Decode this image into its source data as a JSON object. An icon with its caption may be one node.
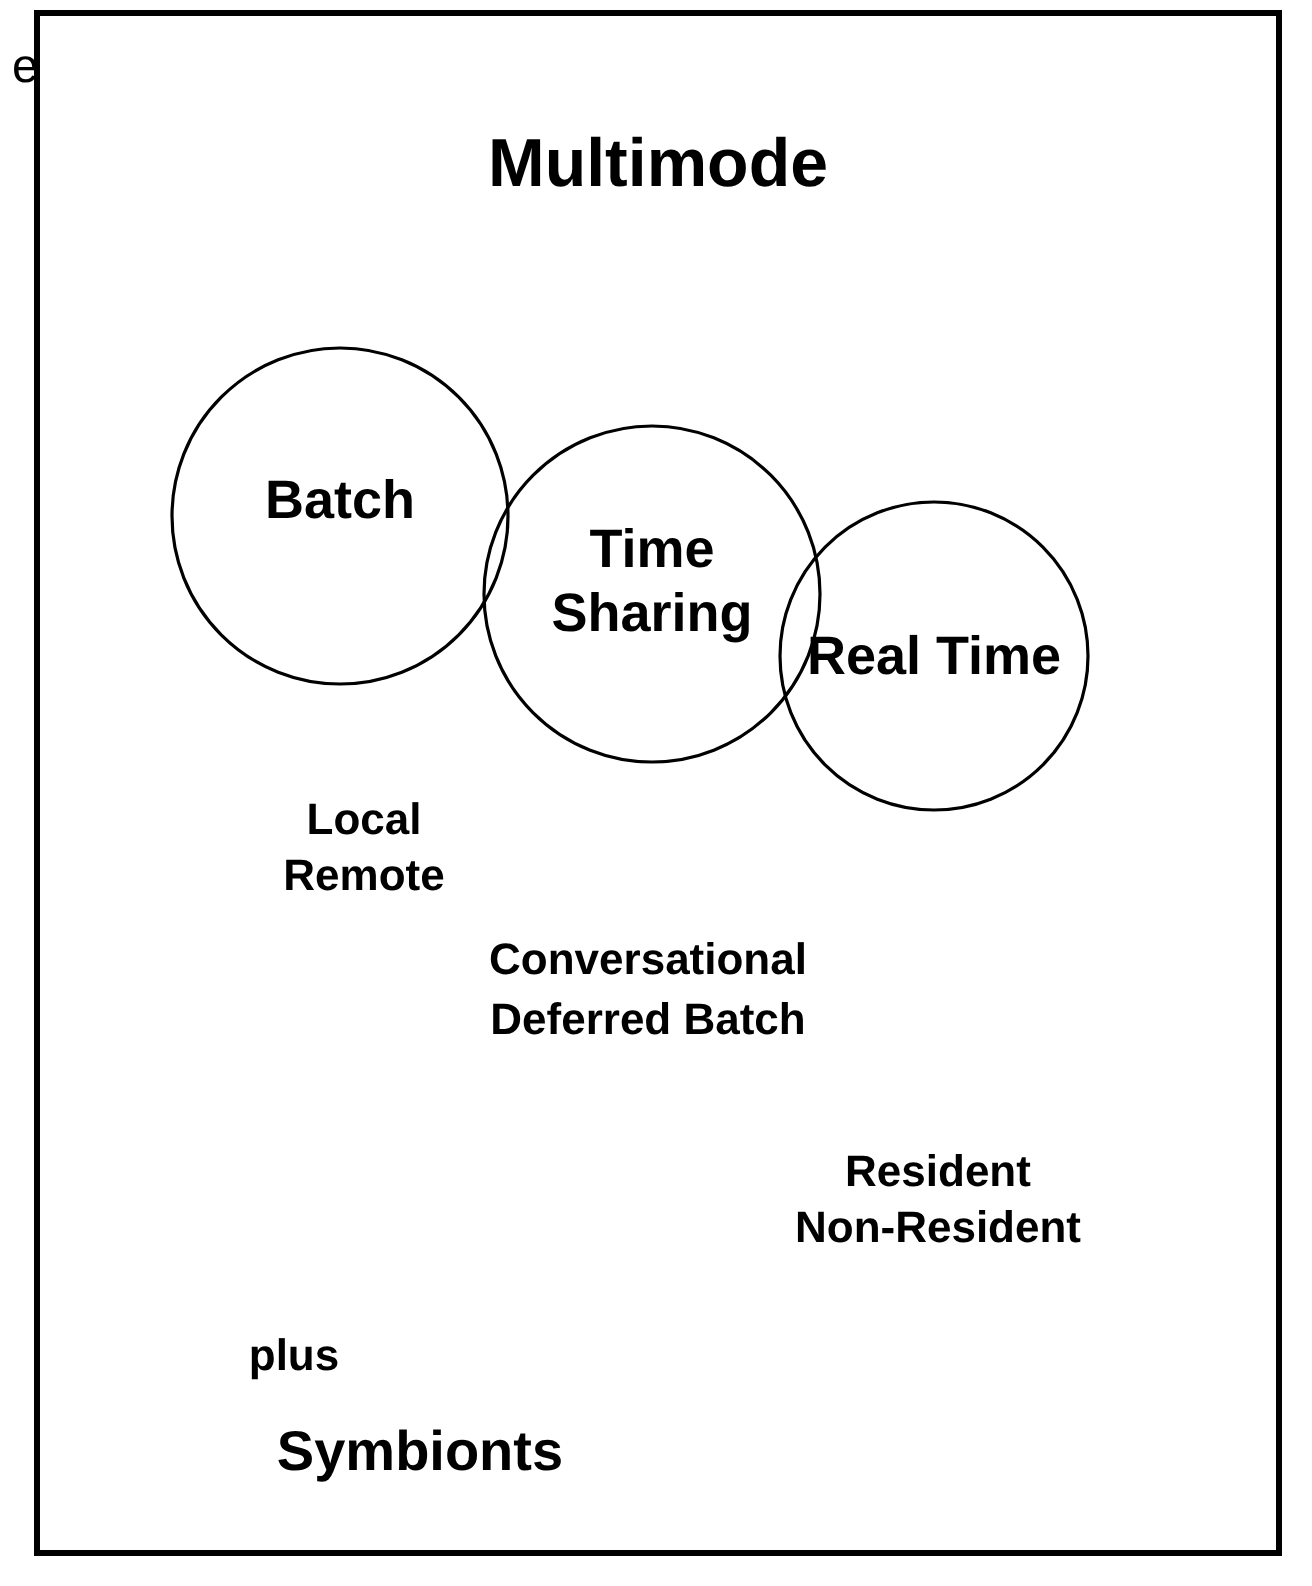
{
  "diagram": {
    "nodes": [
      {
        "text": [
          "Multimode"
        ]
      },
      {
        "text": [
          "Batch"
        ],
        "in": 0
      },
      {
        "text": [
          "Time Sharing"
        ],
        "in": 0
      },
      {
        "text": [
          "Real Time"
        ],
        "in": 0
      }
    ],
    "labels": [
      "e",
      "Local",
      "Remote",
      "Conversational",
      "Deferred Batch",
      "Resident",
      "Non-Resident",
      "plus",
      "Symbionts"
    ]
  }
}
